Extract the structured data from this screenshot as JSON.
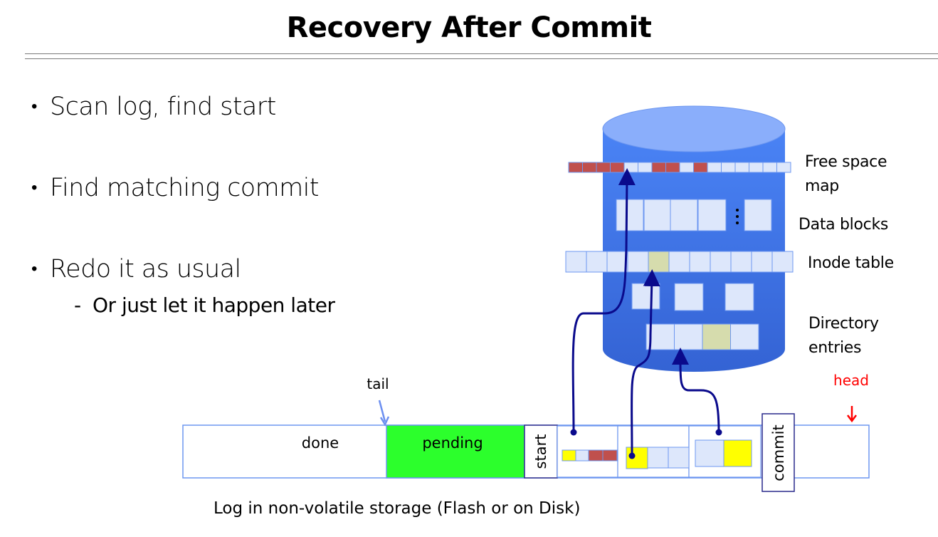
{
  "slide": {
    "title": "Recovery After Commit",
    "bullets": [
      {
        "text": "Scan log, find start"
      },
      {
        "text": "Find matching commit"
      },
      {
        "text": "Redo it as usual",
        "sub": [
          "Or just let it happen later"
        ]
      }
    ],
    "bullet_glyph": "•",
    "sub_glyph": "-"
  },
  "disk": {
    "icon": "database-cylinder-icon",
    "labels": {
      "free_space_map": [
        "Free space",
        "map"
      ],
      "data_blocks": "Data blocks",
      "inode_table": "Inode table",
      "directory_entries": [
        "Directory",
        "entries"
      ]
    },
    "free_space_map_bits": [
      1,
      1,
      1,
      1,
      0,
      0,
      1,
      1,
      0,
      1,
      0,
      0,
      0,
      0,
      0,
      0
    ],
    "inode_table_highlight_index": 4,
    "directory_entries_highlight_index": 2
  },
  "log": {
    "caption": "Log in non-volatile storage (Flash or on Disk)",
    "tail_label": "tail",
    "head_label": "head",
    "segments": {
      "done": "done",
      "pending": "pending",
      "start": "start",
      "commit": "commit"
    }
  },
  "colors": {
    "cylinder": "#3f73e3",
    "cylinder_top": "#8aaefb",
    "block_fill": "#dde7fb",
    "block_border": "#6d97f0",
    "used_bit": "#c0504d",
    "highlight_block": "#d6dcad",
    "pending_green": "#2cff2c",
    "yellow": "#ffff00",
    "arrow_navy": "#0a0a8c",
    "tail_arrow": "#6c8ff0",
    "head_red": "#ff0000"
  }
}
